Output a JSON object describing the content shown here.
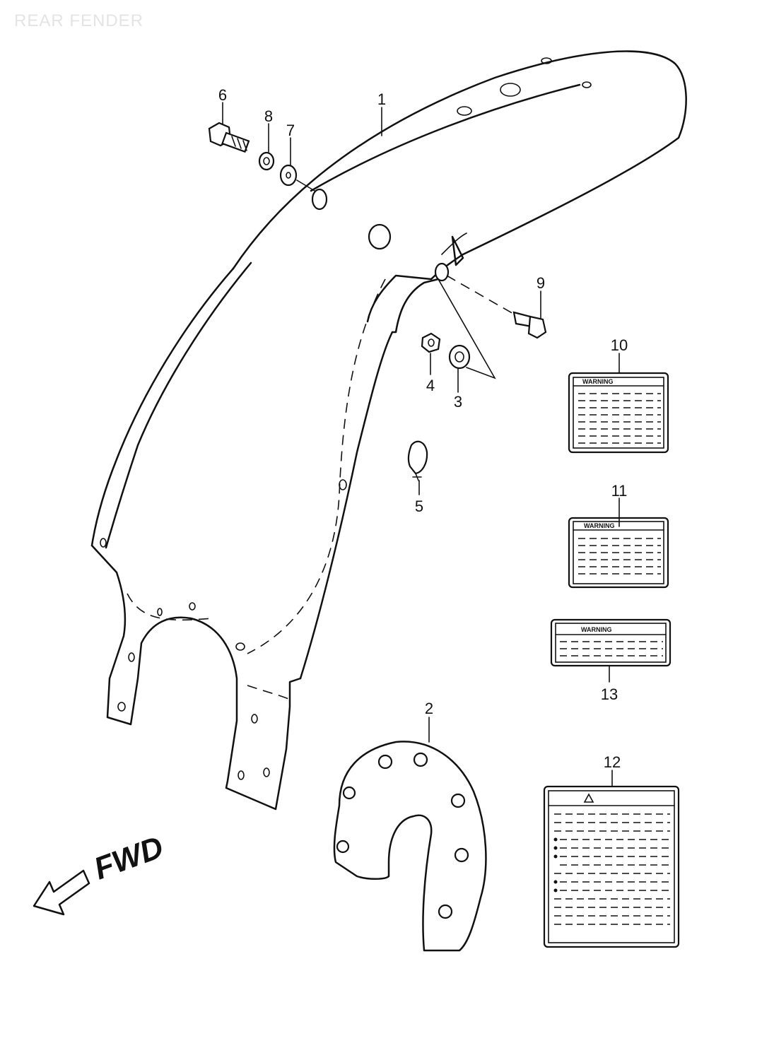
{
  "title": "REAR FENDER",
  "callouts": {
    "p1": "1",
    "p2": "2",
    "p3": "3",
    "p4": "4",
    "p5": "5",
    "p6": "6",
    "p7": "7",
    "p8": "8",
    "p9": "9",
    "p10": "10",
    "p11": "11",
    "p12": "12",
    "p13": "13"
  },
  "labels": {
    "label10_head": "WARNING",
    "label11_head": "WARNING",
    "label13_head": "WARNING",
    "label12_head": ""
  },
  "direction": "FWD"
}
